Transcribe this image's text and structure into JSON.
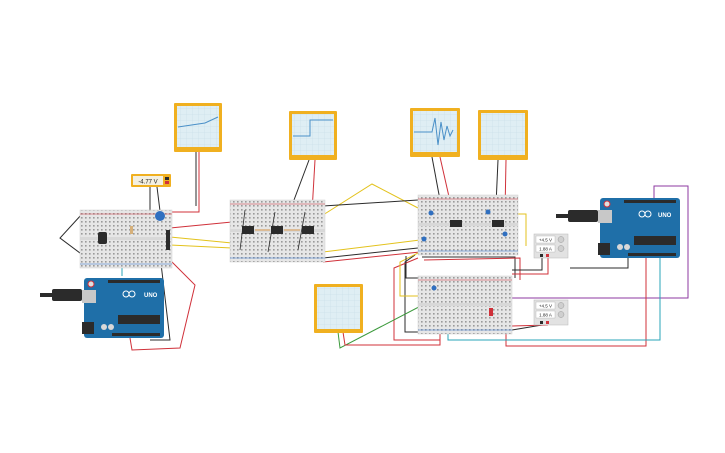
{
  "voltmeter_left": {
    "reading": "-4.77 V"
  },
  "supply_top": {
    "voltage": "+4.5 V",
    "current": "1.88 A"
  },
  "supply_bottom": {
    "voltage": "+4.5 V",
    "current": "1.88 A"
  },
  "arduino_left": {
    "model": "UNO"
  },
  "arduino_right": {
    "model": "UNO"
  },
  "colors": {
    "breadboard": "#e4e4e4",
    "arduino": "#1f6fa8",
    "oscilloscope_frame": "#f0b020",
    "oscilloscope_screen": "#dfeef4",
    "trace": "#4a90c8",
    "wire_red": "#d0313a",
    "wire_black": "#2b2b2b",
    "wire_yellow": "#e3c21c",
    "wire_green": "#3c9a3c",
    "wire_teal": "#2aa4b8",
    "wire_purple": "#8c3aa0"
  }
}
